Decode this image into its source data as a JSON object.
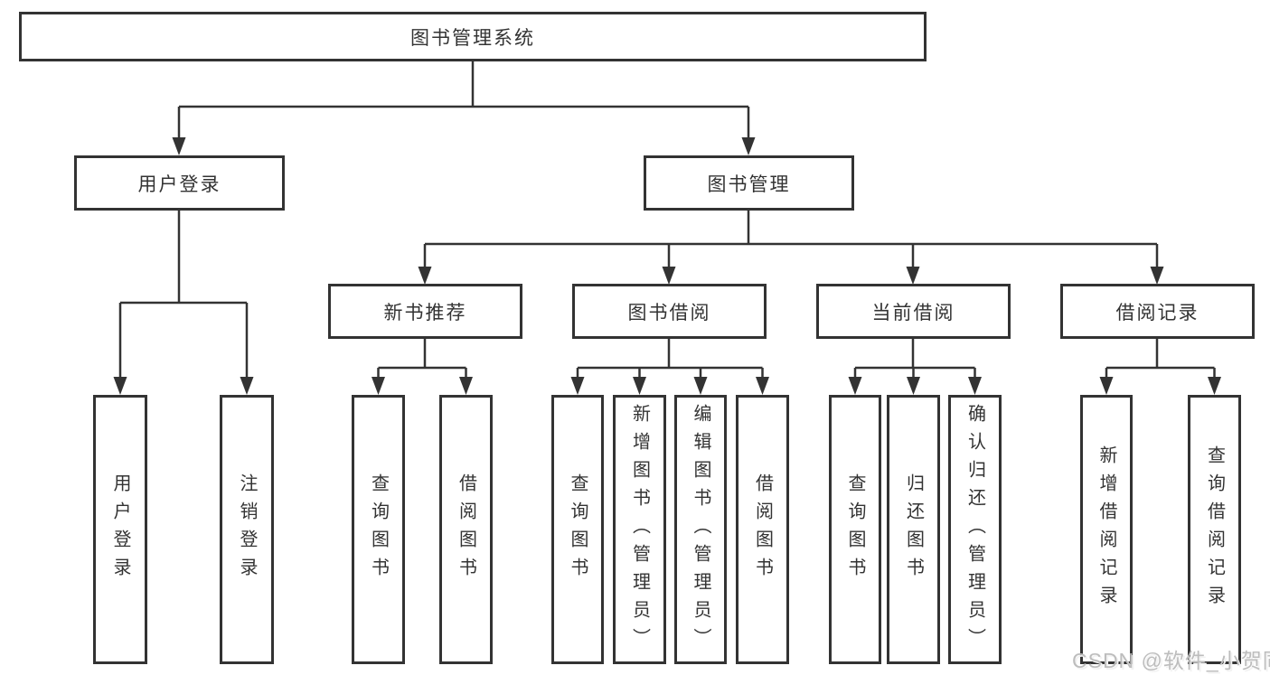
{
  "diagram": {
    "type": "hierarchy-chart",
    "colors": {
      "line": "#333333",
      "box_border": "#333333",
      "box_fill": "#ffffff",
      "text": "#333333",
      "watermark": "#bdbdbd",
      "background": "#ffffff"
    }
  },
  "tree": {
    "label": "图书管理系统",
    "children": [
      {
        "label": "用户登录",
        "children": [
          {
            "label": "用户登录"
          },
          {
            "label": "注销登录"
          }
        ]
      },
      {
        "label": "图书管理",
        "children": [
          {
            "label": "新书推荐",
            "children": [
              {
                "label": "查询图书"
              },
              {
                "label": "借阅图书"
              }
            ]
          },
          {
            "label": "图书借阅",
            "children": [
              {
                "label": "查询图书"
              },
              {
                "label": "新增图书（管理员）"
              },
              {
                "label": "编辑图书（管理员）"
              },
              {
                "label": "借阅图书"
              }
            ]
          },
          {
            "label": "当前借阅",
            "children": [
              {
                "label": "查询图书"
              },
              {
                "label": "归还图书"
              },
              {
                "label": "确认归还（管理员）"
              }
            ]
          },
          {
            "label": "借阅记录",
            "children": [
              {
                "label": "新增借阅记录"
              },
              {
                "label": "查询借阅记录"
              }
            ]
          }
        ]
      }
    ]
  },
  "watermark": {
    "text": "CSDN @软件_小贺同学"
  }
}
